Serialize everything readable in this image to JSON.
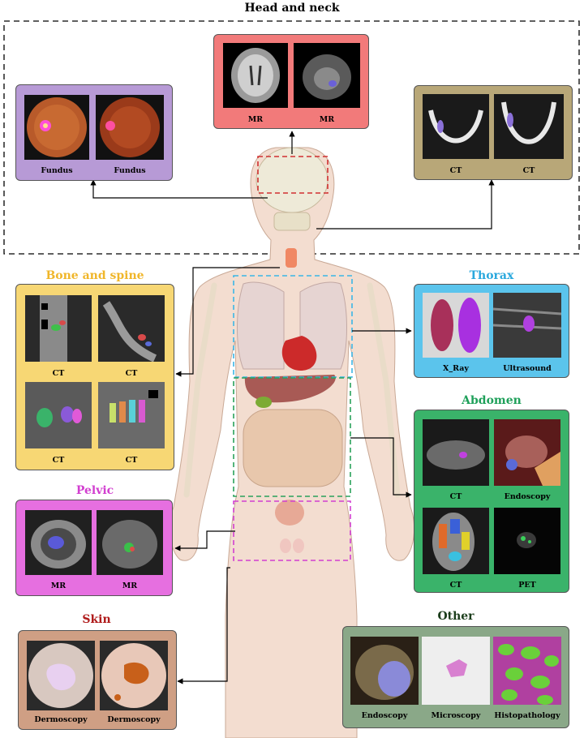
{
  "colors": {
    "head_purple": "#b79ad6",
    "head_red": "#f27a7a",
    "head_tan": "#b8a778",
    "bone_yellow": "#f7d774",
    "thorax_blue": "#5bc4ec",
    "abdomen_green": "#3ab36a",
    "pelvic_pink": "#e66fe0",
    "skin_brown": "#cf9f84",
    "other_green": "#8aa888",
    "bone_title": "#f0b62a",
    "thorax_title": "#2aa8dd",
    "abdomen_title": "#1fa05a",
    "pelvic_title": "#d23fd0",
    "skin_title": "#b01c1c",
    "other_title": "#1b3d1b"
  },
  "regions": {
    "head_neck": {
      "title": "Head and neck",
      "fundus": [
        "Fundus",
        "Fundus"
      ],
      "mr": [
        "MR",
        "MR"
      ],
      "ct": [
        "CT",
        "CT"
      ]
    },
    "bone_spine": {
      "title": "Bone and spine",
      "labels": [
        "CT",
        "CT",
        "CT",
        "CT"
      ]
    },
    "thorax": {
      "title": "Thorax",
      "labels": [
        "X_Ray",
        "Ultrasound"
      ]
    },
    "abdomen": {
      "title": "Abdomen",
      "labels": [
        "CT",
        "Endoscopy",
        "CT",
        "PET"
      ]
    },
    "pelvic": {
      "title": "Pelvic",
      "labels": [
        "MR",
        "MR"
      ]
    },
    "skin": {
      "title": "Skin",
      "labels": [
        "Dermoscopy",
        "Dermoscopy"
      ]
    },
    "other": {
      "title": "Other",
      "labels": [
        "Endoscopy",
        "Microscopy",
        "Histopathology"
      ]
    }
  }
}
